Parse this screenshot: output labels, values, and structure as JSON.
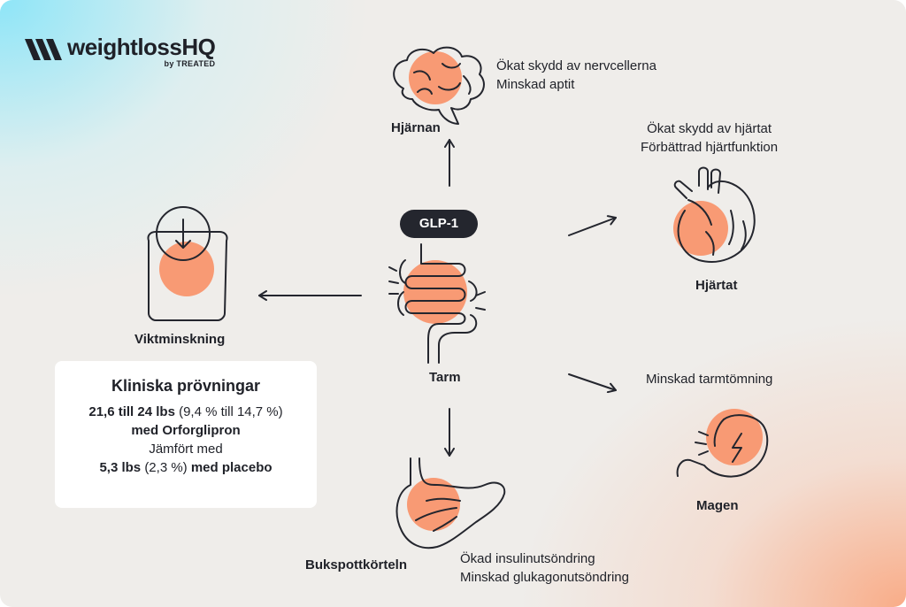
{
  "brand": {
    "name": "weightlossHQ",
    "byline": "by TREATED"
  },
  "center": {
    "badge": "GLP-1",
    "label": "Tarm"
  },
  "organs": {
    "brain": {
      "label": "Hjärnan",
      "effects": [
        "Ökat skydd av nervcellerna",
        "Minskad aptit"
      ]
    },
    "heart": {
      "label": "Hjärtat",
      "effects": [
        "Ökat skydd av hjärtat",
        "Förbättrad hjärtfunktion"
      ]
    },
    "stomach": {
      "label": "Magen",
      "effects": [
        "Minskad tarmtömning"
      ]
    },
    "pancreas": {
      "label": "Bukspottkörteln",
      "effects": [
        "Ökad insulinutsöndring",
        "Minskad glukagonutsöndring"
      ]
    },
    "scale": {
      "label": "Viktminskning"
    }
  },
  "trials": {
    "title": "Kliniska prövningar",
    "line1_bold": "21,6 till 24 lbs",
    "line1_rest": "(9,4 % till 14,7 %)",
    "line2_bold": "med Orforglipron",
    "line3": "Jämfört med",
    "line4_bold": "5,3 lbs",
    "line4_mid": "(2,3 %)",
    "line4_end": "med placebo"
  },
  "colors": {
    "accent": "#f89a74",
    "ink": "#24262e",
    "card": "#ffffff"
  }
}
